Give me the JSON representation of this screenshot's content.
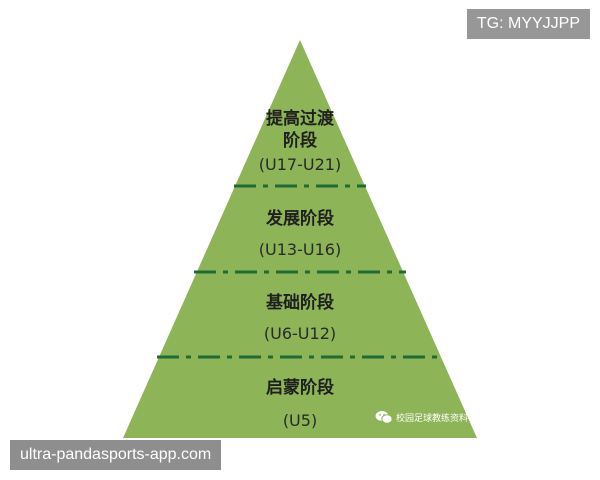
{
  "watermark": {
    "tg": "TG: MYYJJPP",
    "site": "ultra-pandasports-app.com",
    "wechat": "校园足球教练资料"
  },
  "pyramid": {
    "fill": "#8db456",
    "divider_color": "#1f6b35",
    "tiers": [
      {
        "title_lines": [
          "提高过渡",
          "阶段"
        ],
        "age": "(U17-U21)"
      },
      {
        "title_lines": [
          "发展阶段"
        ],
        "age": "(U13-U16)"
      },
      {
        "title_lines": [
          "基础阶段"
        ],
        "age": "(U6-U12)"
      },
      {
        "title_lines": [
          "启蒙阶段"
        ],
        "age": "(U5)"
      }
    ]
  },
  "icons": {
    "wechat": "wechat-icon"
  }
}
